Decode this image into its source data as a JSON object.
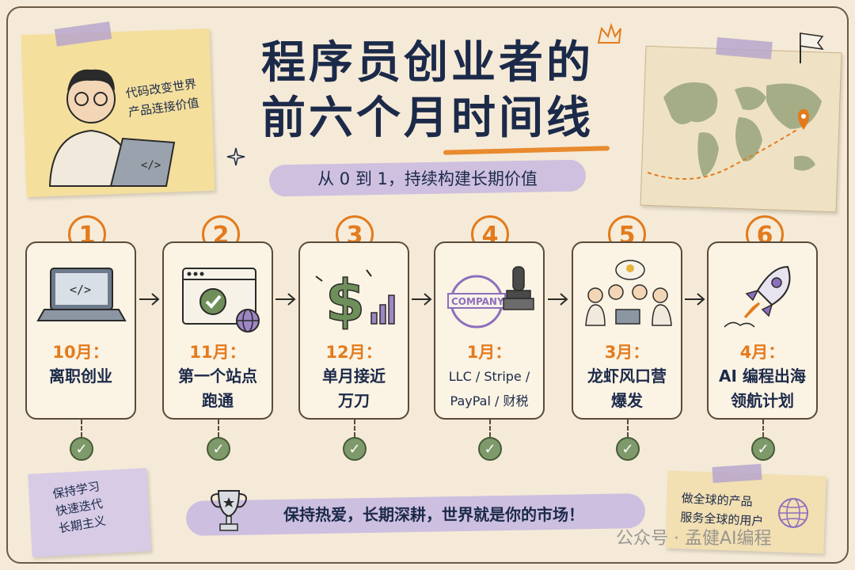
{
  "title": {
    "line1": "程序员创业者的",
    "line2": "前六个月时间线"
  },
  "subtitle": "从 0 到 1，持续构建长期价值",
  "top_note": {
    "line1": "代码改变世界",
    "line2": "产品连接价值"
  },
  "steps": [
    {
      "num": "1",
      "month": "10月：",
      "lines": [
        "离职创业"
      ],
      "icon": "laptop-code-icon"
    },
    {
      "num": "2",
      "month": "11月：",
      "lines": [
        "第一个站点",
        "跑通"
      ],
      "icon": "website-check-icon"
    },
    {
      "num": "3",
      "month": "12月：",
      "lines": [
        "单月接近",
        "万刀"
      ],
      "icon": "dollar-chart-icon"
    },
    {
      "num": "4",
      "month": "1月：",
      "lines": [
        "LLC / Stripe /",
        "PayPal / 财税"
      ],
      "icon": "company-stamp-icon",
      "stamp_text": "COMPANY"
    },
    {
      "num": "5",
      "month": "3月：",
      "lines": [
        "龙虾风口营",
        "爆发"
      ],
      "icon": "team-idea-icon"
    },
    {
      "num": "6",
      "month": "4月：",
      "lines": [
        "AI 编程出海",
        "领航计划"
      ],
      "icon": "rocket-icon"
    }
  ],
  "bottom_left_note": {
    "line1": "保持学习",
    "line2": "快速迭代",
    "line3": "长期主义"
  },
  "motto": "保持热爱，长期深耕，世界就是你的市场！",
  "bottom_right_note": {
    "line1": "做全球的产品",
    "line2": "服务全球的用户"
  },
  "watermark": "公众号 · 孟健AI编程",
  "colors": {
    "accent": "#e37b1d",
    "navy": "#1c2a4a",
    "lavender": "#cdbfe0",
    "green": "#7f9a6a",
    "paper": "#f5ead7"
  }
}
